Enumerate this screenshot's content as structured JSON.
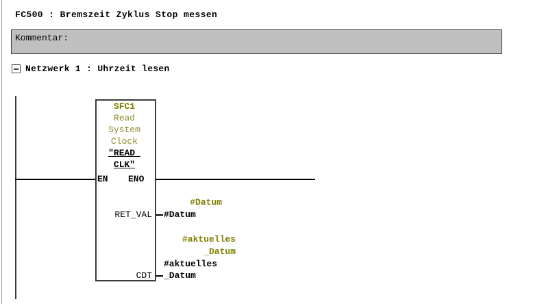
{
  "editor": {
    "block_title": "FC500 : Bremszeit Zyklus Stop messen",
    "comment_label": "Kommentar:",
    "comment_value": "",
    "colors": {
      "symbol_olive": "#7f7f00",
      "comment_box_bg": "#c0c0c0",
      "wire_black": "#000000",
      "rail_gray": "#3b3b3b"
    }
  },
  "network": {
    "collapse_state": "expanded",
    "title": "Netzwerk 1 : Uhrzeit lesen"
  },
  "ladder": {
    "block": {
      "name": "SFC1",
      "description_lines": [
        "Read",
        "System",
        "Clock"
      ],
      "symbol_lines": [
        "\"READ_",
        "CLK\""
      ],
      "pins": {
        "en": "EN",
        "eno": "ENO",
        "ret_val": "RET_VAL",
        "cdt": "CDT"
      }
    },
    "connections": [
      {
        "pin": "RET_VAL",
        "symbol_comment": "#Datum",
        "operand": "#Datum"
      },
      {
        "pin": "CDT",
        "symbol_comment": "#aktuelles\n_Datum",
        "operand": "#aktuelles\n_Datum"
      }
    ]
  }
}
